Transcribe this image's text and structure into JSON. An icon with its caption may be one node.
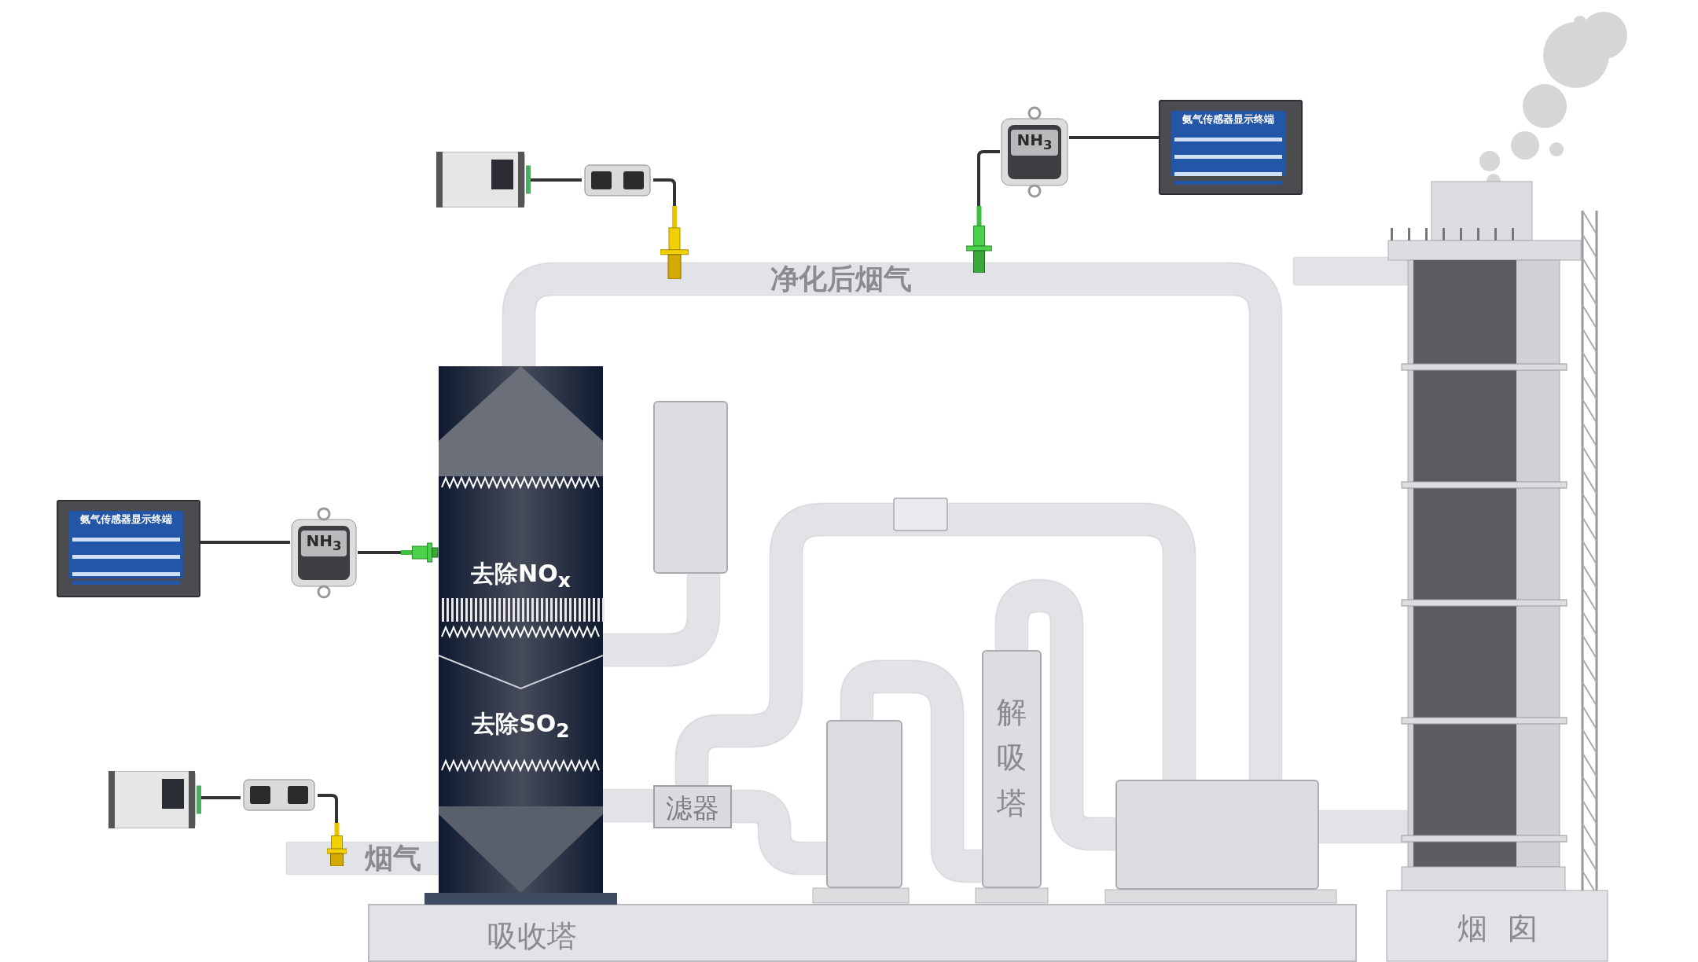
{
  "diagram": {
    "nodes": [
      {
        "text": [
          "氨气传感器显示终端"
        ]
      },
      {
        "text": [
          "NH$_{3}$"
        ]
      },
      {
        "text": [],
        "shape": "picture"
      },
      {
        "text": [
          "去除NO$_{x}$",
          "去除SO$_{2}$"
        ]
      },
      {
        "text": [],
        "shape": "picture"
      },
      {
        "text": [],
        "shape": "picture"
      },
      {
        "text": [],
        "shape": "picture"
      },
      {
        "text": [
          "氨气传感器显示终端"
        ]
      },
      {
        "text": [
          "NH$_{3}$"
        ]
      },
      {
        "text": [],
        "shape": "picture"
      },
      {
        "text": [],
        "shape": "picture"
      },
      {
        "text": [],
        "shape": "picture"
      },
      {
        "text": [],
        "shape": "picture"
      },
      {
        "text": [
          "滤器"
        ]
      },
      {
        "text": [
          "解吸塔"
        ]
      },
      {
        "text": [],
        "shape": "box"
      },
      {
        "text": [],
        "shape": "box"
      },
      {
        "text": [],
        "shape": "box"
      },
      {
        "text": [
          "烟囱"
        ]
      },
      {
        "text": [
          "吸收塔"
        ]
      }
    ],
    "edges": [
      {
        "from": 0,
        "to": 1,
        "arrow": "none",
        "color": "#333333"
      },
      {
        "from": 1,
        "to": 2,
        "arrow": "none",
        "color": "#333333"
      },
      {
        "from": 4,
        "to": 5,
        "arrow": "none",
        "color": "#333333"
      },
      {
        "from": 5,
        "to": 6,
        "arrow": "none",
        "color": "#333333"
      },
      {
        "from": 7,
        "to": 8,
        "arrow": "none",
        "color": "#333333"
      },
      {
        "from": 8,
        "to": 9,
        "arrow": "none",
        "color": "#333333"
      },
      {
        "from": 10,
        "to": 11,
        "arrow": "none",
        "color": "#333333"
      },
      {
        "from": 11,
        "to": 12,
        "arrow": "none",
        "color": "#333333"
      },
      {
        "from": 3,
        "to": 15,
        "arrow": "none",
        "label": "净化后烟气"
      },
      {
        "from": 3,
        "to": 16,
        "arrow": "none"
      },
      {
        "from": 3,
        "to": 13,
        "arrow": "none"
      },
      {
        "from": 13,
        "to": 15,
        "arrow": "none"
      },
      {
        "from": 13,
        "to": 17,
        "arrow": "none"
      },
      {
        "from": 17,
        "to": 14,
        "arrow": "none"
      },
      {
        "from": 14,
        "to": 15,
        "arrow": "none"
      },
      {
        "from": 15,
        "to": 18,
        "arrow": "none"
      },
      {
        "from": null,
        "to": 3,
        "arrow": "none",
        "label": "烟气"
      }
    ]
  }
}
